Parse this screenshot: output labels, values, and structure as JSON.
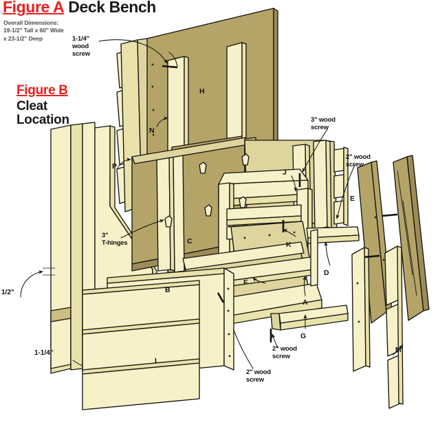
{
  "figure_a": {
    "figure_label": "Figure A",
    "figure_name": "Deck Bench",
    "dimensions_heading": "Overall Dimensions:",
    "dimensions_line1": "19-1/2\" Tall x 60\" Wide",
    "dimensions_line2": "x 23-1/2\" Deep"
  },
  "figure_b": {
    "figure_label": "Figure B",
    "figure_name": "Cleat\nLocation",
    "dim_half": "1/2\"",
    "dim_one_quarter": "1-1/4\""
  },
  "callouts": [
    {
      "id": "screw-1-1-4",
      "text": "1-1/4\"\nwood\nscrew"
    },
    {
      "id": "t-hinges",
      "text": "3\"\nT-hinges"
    },
    {
      "id": "screw-3",
      "text": "3\" wood\nscrew"
    },
    {
      "id": "screw-2-right",
      "text": "2\" wood\nscrew"
    },
    {
      "id": "screw-2-bottom-1",
      "text": "2\" wood\nscrew"
    },
    {
      "id": "screw-2-bottom-2",
      "text": "2\" wood\nscrew"
    }
  ],
  "part_labels": {
    "A": "A",
    "B": "B",
    "C": "C",
    "D": "D",
    "E": "E",
    "F": "F",
    "G": "G",
    "H": "H",
    "J": "J",
    "K": "K",
    "L": "L",
    "M": "M",
    "N": "N",
    "P": "P"
  },
  "colors": {
    "accent_red": "#e8201f",
    "text_black": "#1a1a1a",
    "dim_gray": "#4a4a47",
    "wood_light": "#f6f1c9",
    "wood_light_shade": "#eae2ab",
    "wood_mid": "#ded49e",
    "wood_mid_shade": "#cdbf83",
    "wood_dark": "#b5a468",
    "wood_darker": "#9c8c57",
    "outline": "#15150f",
    "background": "#ffffff"
  }
}
